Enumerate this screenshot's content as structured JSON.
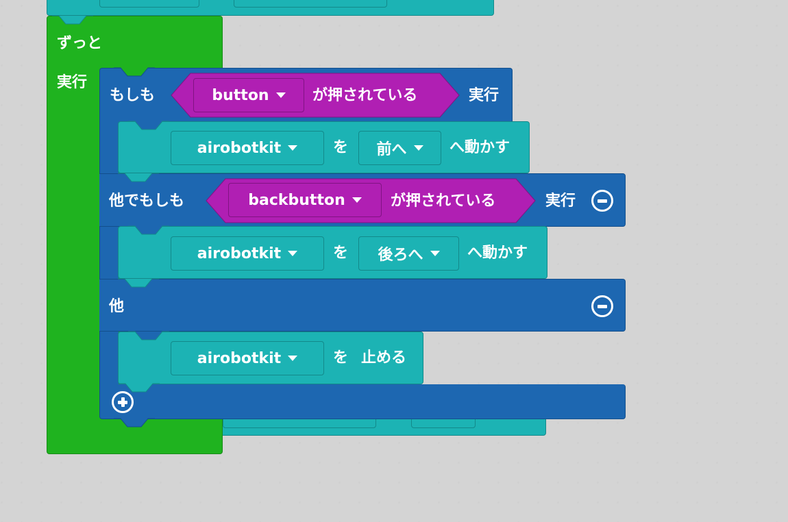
{
  "workspace": {
    "forever_block": {
      "label": "ずっと",
      "do_label": "実行"
    },
    "if_block": {
      "if_label": "もしも",
      "if_condition": {
        "dropdown": "button",
        "suffix": "が押されている"
      },
      "if_then": "実行",
      "if_body": {
        "device": "airobotkit",
        "particle": "を",
        "direction": "前へ",
        "action": "へ動かす"
      },
      "elseif_label": "他でもしも",
      "elseif_condition": {
        "dropdown": "backbutton",
        "suffix": "が押されている"
      },
      "elseif_then": "実行",
      "elseif_body": {
        "device": "airobotkit",
        "particle": "を",
        "direction": "後ろへ",
        "action": "へ動かす"
      },
      "else_label": "他",
      "else_body": {
        "device": "airobotkit",
        "particle": "を",
        "action": "止める"
      }
    },
    "colors": {
      "forever": "#1fb31f",
      "logic": "#1d67b1",
      "robot": "#1cb3b4",
      "input": "#b01fb3",
      "grid_bg": "#f9f9f9"
    }
  }
}
